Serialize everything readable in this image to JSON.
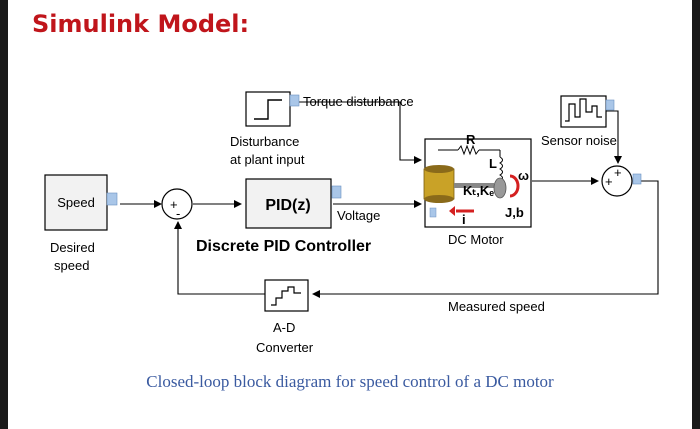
{
  "header": {
    "title": "Simulink Model:"
  },
  "blocks": {
    "torque_disturbance": "Torque disturbance",
    "disturbance_label_line1": "Disturbance",
    "disturbance_label_line2": "at plant input",
    "sensor_noise": "Sensor noise",
    "speed": "Speed",
    "desired_line1": "Desired",
    "desired_line2": "speed",
    "pid_block": "PID(z)",
    "pid_output": "Voltage",
    "pid_caption": "Discrete PID Controller",
    "dc_motor": "DC Motor",
    "motor_R": "R",
    "motor_L": "L",
    "motor_K": "Kₜ,Kₑ",
    "motor_J": "J,b",
    "motor_i": "i",
    "motor_omega": "ω",
    "measured_speed": "Measured speed",
    "ad_line1": "A-D",
    "ad_line2": "Converter",
    "sum1_minus": "-",
    "sum1_plus": "+",
    "sum2_plus_top": "+",
    "sum2_plus_left": "+"
  },
  "caption": "Closed-loop block diagram for speed control of a DC motor",
  "colors": {
    "title": "#c0151b",
    "caption": "#3a5aa0",
    "port_marker": "#a9c6e8",
    "motor_gold": "#c9a227",
    "motor_red": "#d42020"
  }
}
